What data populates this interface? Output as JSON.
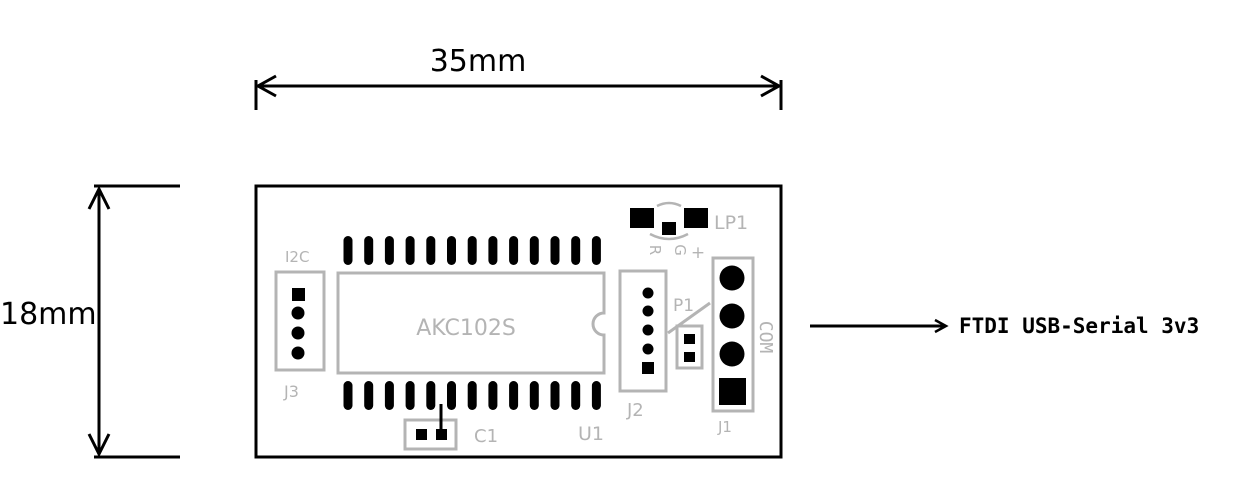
{
  "dimensions": {
    "width_label": "35mm",
    "height_label": "18mm"
  },
  "board": {
    "outline_color": "#000000",
    "silkscreen_color": "#b4b4b4",
    "copper_color": "#000000"
  },
  "components": {
    "u1": {
      "body_text": "AKC102S",
      "designator": "U1",
      "pins_per_side": 13
    },
    "i2c": {
      "header_title": "I2C",
      "designator": "J3",
      "pin_count": 4
    },
    "c1": {
      "designator": "C1"
    },
    "j2": {
      "designator": "J2",
      "pin_count": 5
    },
    "p1": {
      "designator": "P1"
    },
    "lp1": {
      "designator": "LP1",
      "pad_labels": [
        "R",
        "G",
        "+"
      ]
    },
    "j1": {
      "designator": "J1",
      "side_label": "COM",
      "pin_count": 4
    }
  },
  "annotation": {
    "text": "FTDI USB-Serial 3v3"
  }
}
